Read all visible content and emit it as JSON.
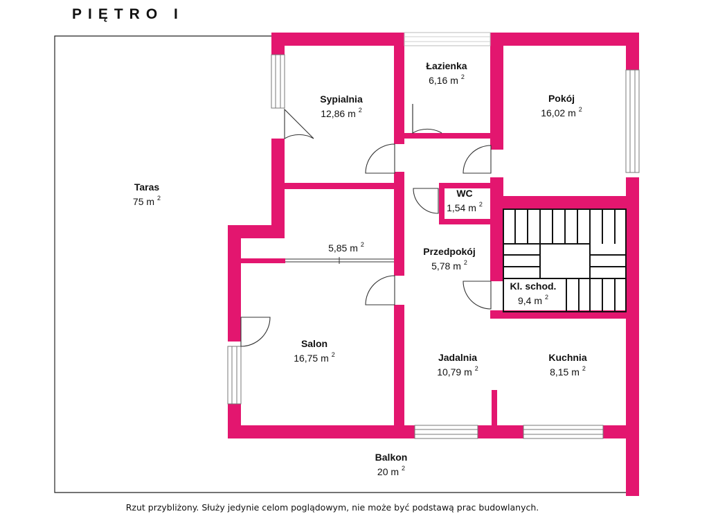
{
  "title": "PIĘTRO I",
  "footnote": "Rzut przybliżony. Służy jedynie celom poglądowym, nie może być podstawą prac budowlanych.",
  "colors": {
    "wall": "#e3166f",
    "outline": "#222222",
    "window": "#777777"
  },
  "rooms": [
    {
      "id": "taras",
      "name": "Taras",
      "area": "75 m",
      "sup": "2"
    },
    {
      "id": "sypialnia",
      "name": "Sypialnia",
      "area": "12,86 m",
      "sup": "2"
    },
    {
      "id": "lazienka",
      "name": "Łazienka",
      "area": "6,16 m",
      "sup": "2"
    },
    {
      "id": "pokoj",
      "name": "Pokój",
      "area": "16,02 m",
      "sup": "2"
    },
    {
      "id": "wc",
      "name": "WC",
      "area": "1,54 m",
      "sup": "2"
    },
    {
      "id": "garderoba",
      "name": "",
      "area": "5,85 m",
      "sup": "2"
    },
    {
      "id": "przedpokoj",
      "name": "Przedpokój",
      "area": "5,78 m",
      "sup": "2"
    },
    {
      "id": "klatka",
      "name": "Kl. schod.",
      "area": "9,4 m",
      "sup": "2"
    },
    {
      "id": "salon",
      "name": "Salon",
      "area": "16,75 m",
      "sup": "2"
    },
    {
      "id": "jadalnia",
      "name": "Jadalnia",
      "area": "10,79 m",
      "sup": "2"
    },
    {
      "id": "kuchnia",
      "name": "Kuchnia",
      "area": "8,15 m",
      "sup": "2"
    },
    {
      "id": "balkon",
      "name": "Balkon",
      "area": "20 m",
      "sup": "2"
    }
  ]
}
